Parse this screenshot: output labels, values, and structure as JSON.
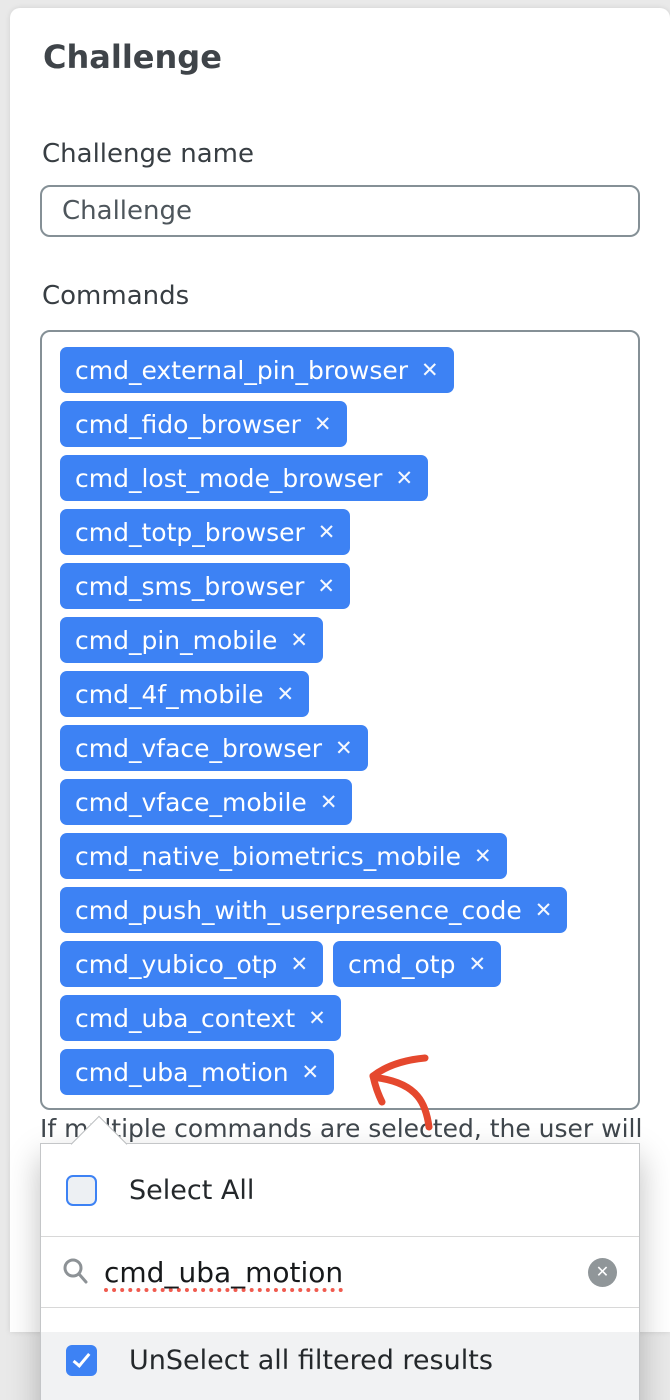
{
  "form": {
    "title": "Challenge",
    "name_field": {
      "label": "Challenge name",
      "value": "Challenge"
    },
    "commands_field": {
      "label": "Commands",
      "helper_text": "If multiple commands are selected, the user will",
      "remove_symbol": "✕",
      "tag_rows": [
        [
          "cmd_external_pin_browser"
        ],
        [
          "cmd_fido_browser"
        ],
        [
          "cmd_lost_mode_browser"
        ],
        [
          "cmd_totp_browser"
        ],
        [
          "cmd_sms_browser"
        ],
        [
          "cmd_pin_mobile"
        ],
        [
          "cmd_4f_mobile"
        ],
        [
          "cmd_vface_browser"
        ],
        [
          "cmd_vface_mobile"
        ],
        [
          "cmd_native_biometrics_mobile"
        ],
        [
          "cmd_push_with_userpresence_code"
        ],
        [
          "cmd_yubico_otp",
          "cmd_otp"
        ],
        [
          "cmd_uba_context"
        ],
        [
          "cmd_uba_motion"
        ]
      ]
    },
    "dropdown": {
      "select_all": {
        "label": "Select All",
        "checked": false
      },
      "search": {
        "value": "cmd_uba_motion"
      },
      "unselect_filtered": {
        "label": "UnSelect all filtered results",
        "checked": true
      },
      "clear_icon": "✕"
    },
    "colors": {
      "accent_blue": "#3d82f4",
      "arrow_red": "#e5482e",
      "spellcheck_red": "#f05b4f",
      "border_gray": "#859096",
      "page_bg": "#e9e9e9"
    }
  }
}
